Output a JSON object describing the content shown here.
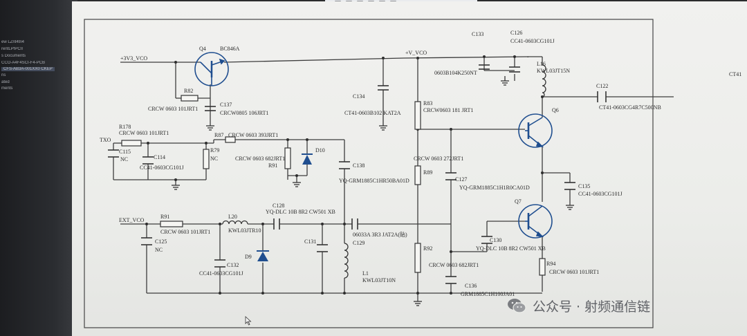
{
  "side_panel": {
    "lines": [
      "ew LZnt4tri4",
      "rentLPfPCII",
      "s Documents",
      "CCO-A4F4SCI-F4-PCB",
      "CFS-AB3A-001XX0 CKEP",
      "ns",
      "ated",
      "ments"
    ],
    "selected_index": 4
  },
  "nets": {
    "v3vco": "+3V3_VCO",
    "vvco": "+V_VCO",
    "txo": "TXO",
    "extvco": "EXT_VCO"
  },
  "components": {
    "q4": {
      "ref": "Q4",
      "part": "BC846A"
    },
    "q6": {
      "ref": "Q6"
    },
    "q7": {
      "ref": "Q7"
    },
    "r82": {
      "ref": "R82",
      "part": "CRCW 0603 101JRT1"
    },
    "c137": {
      "ref": "C137",
      "part": "CRCW0805 106JRT1"
    },
    "r178": {
      "ref": "R178",
      "part": "CRCW 0603 101JRT1"
    },
    "r87": {
      "ref": "R87",
      "part": "CRCW 0603 393JRT1"
    },
    "c115": {
      "ref": "C115",
      "part": "NC"
    },
    "c114": {
      "ref": "C114",
      "part": "CC41-0603CG101J"
    },
    "r79": {
      "ref": "R79",
      "part": "NC"
    },
    "r91a": {
      "ref": "R91",
      "part": "CRCW 0603 682JRT1"
    },
    "d10": {
      "ref": "D10"
    },
    "c138": {
      "ref": "C138",
      "part": "YQ-GRM1885C1HR50BA01D"
    },
    "c133": {
      "ref": "C133"
    },
    "c126": {
      "ref": "C126",
      "part": "CC41-0603CG101J"
    },
    "c126_part2": "0603B104K250NT",
    "l16": {
      "ref": "L16",
      "part": "KWL03JT15N"
    },
    "ct41": "CT41",
    "c122": {
      "ref": "C122",
      "part": "CT41-0603CG4R7C500NB"
    },
    "c134": {
      "ref": "C134",
      "part": "CT41-0603B102 KAT2A"
    },
    "r83": {
      "ref": "R83",
      "part": "CRCW0603 181 JRT1"
    },
    "r89": {
      "ref": "R89",
      "part": "CRCW 0603 272JRT1"
    },
    "c127": {
      "ref": "C127",
      "part": "YQ-GRM1885C1H1R0CA01D"
    },
    "c135": {
      "ref": "C135",
      "part": "CC41-0603CG101J"
    },
    "r91b": {
      "ref": "R91",
      "part": "CRCW 0603 101JRT1"
    },
    "c125": {
      "ref": "C125",
      "part": "NC"
    },
    "l20": {
      "ref": "L20",
      "part": "KWL03JTR10"
    },
    "c128": {
      "ref": "C128",
      "part": "YQ-DLC 10B 8R2 CW501 XB"
    },
    "d9": {
      "ref": "D9"
    },
    "c132": {
      "ref": "C132",
      "part": "CC41-0603CG101J"
    },
    "c131": {
      "ref": "C131"
    },
    "c129": {
      "ref": "C129",
      "part": "06033A 3R3 JAT2A(贴)"
    },
    "l1": {
      "ref": "L1",
      "part": "KWL03JT10N"
    },
    "r92": {
      "ref": "R92",
      "part": "CRCW 0603 682JRT1"
    },
    "c130": {
      "ref": "C130",
      "part": "YQ-DLC 10B 8R2 CW501 XB"
    },
    "r94": {
      "ref": "R94",
      "part": "CRCW 0603 101JRT1"
    },
    "c136": {
      "ref": "C136",
      "part": "GRM1885C1H100JA01"
    }
  },
  "watermark": {
    "text": "公众号 · 射频通信链"
  },
  "colors": {
    "wire": "#3c3c3c",
    "diode": "#1f4e8f",
    "transistor": "#1f4e8f",
    "sheet": "#efefec"
  }
}
